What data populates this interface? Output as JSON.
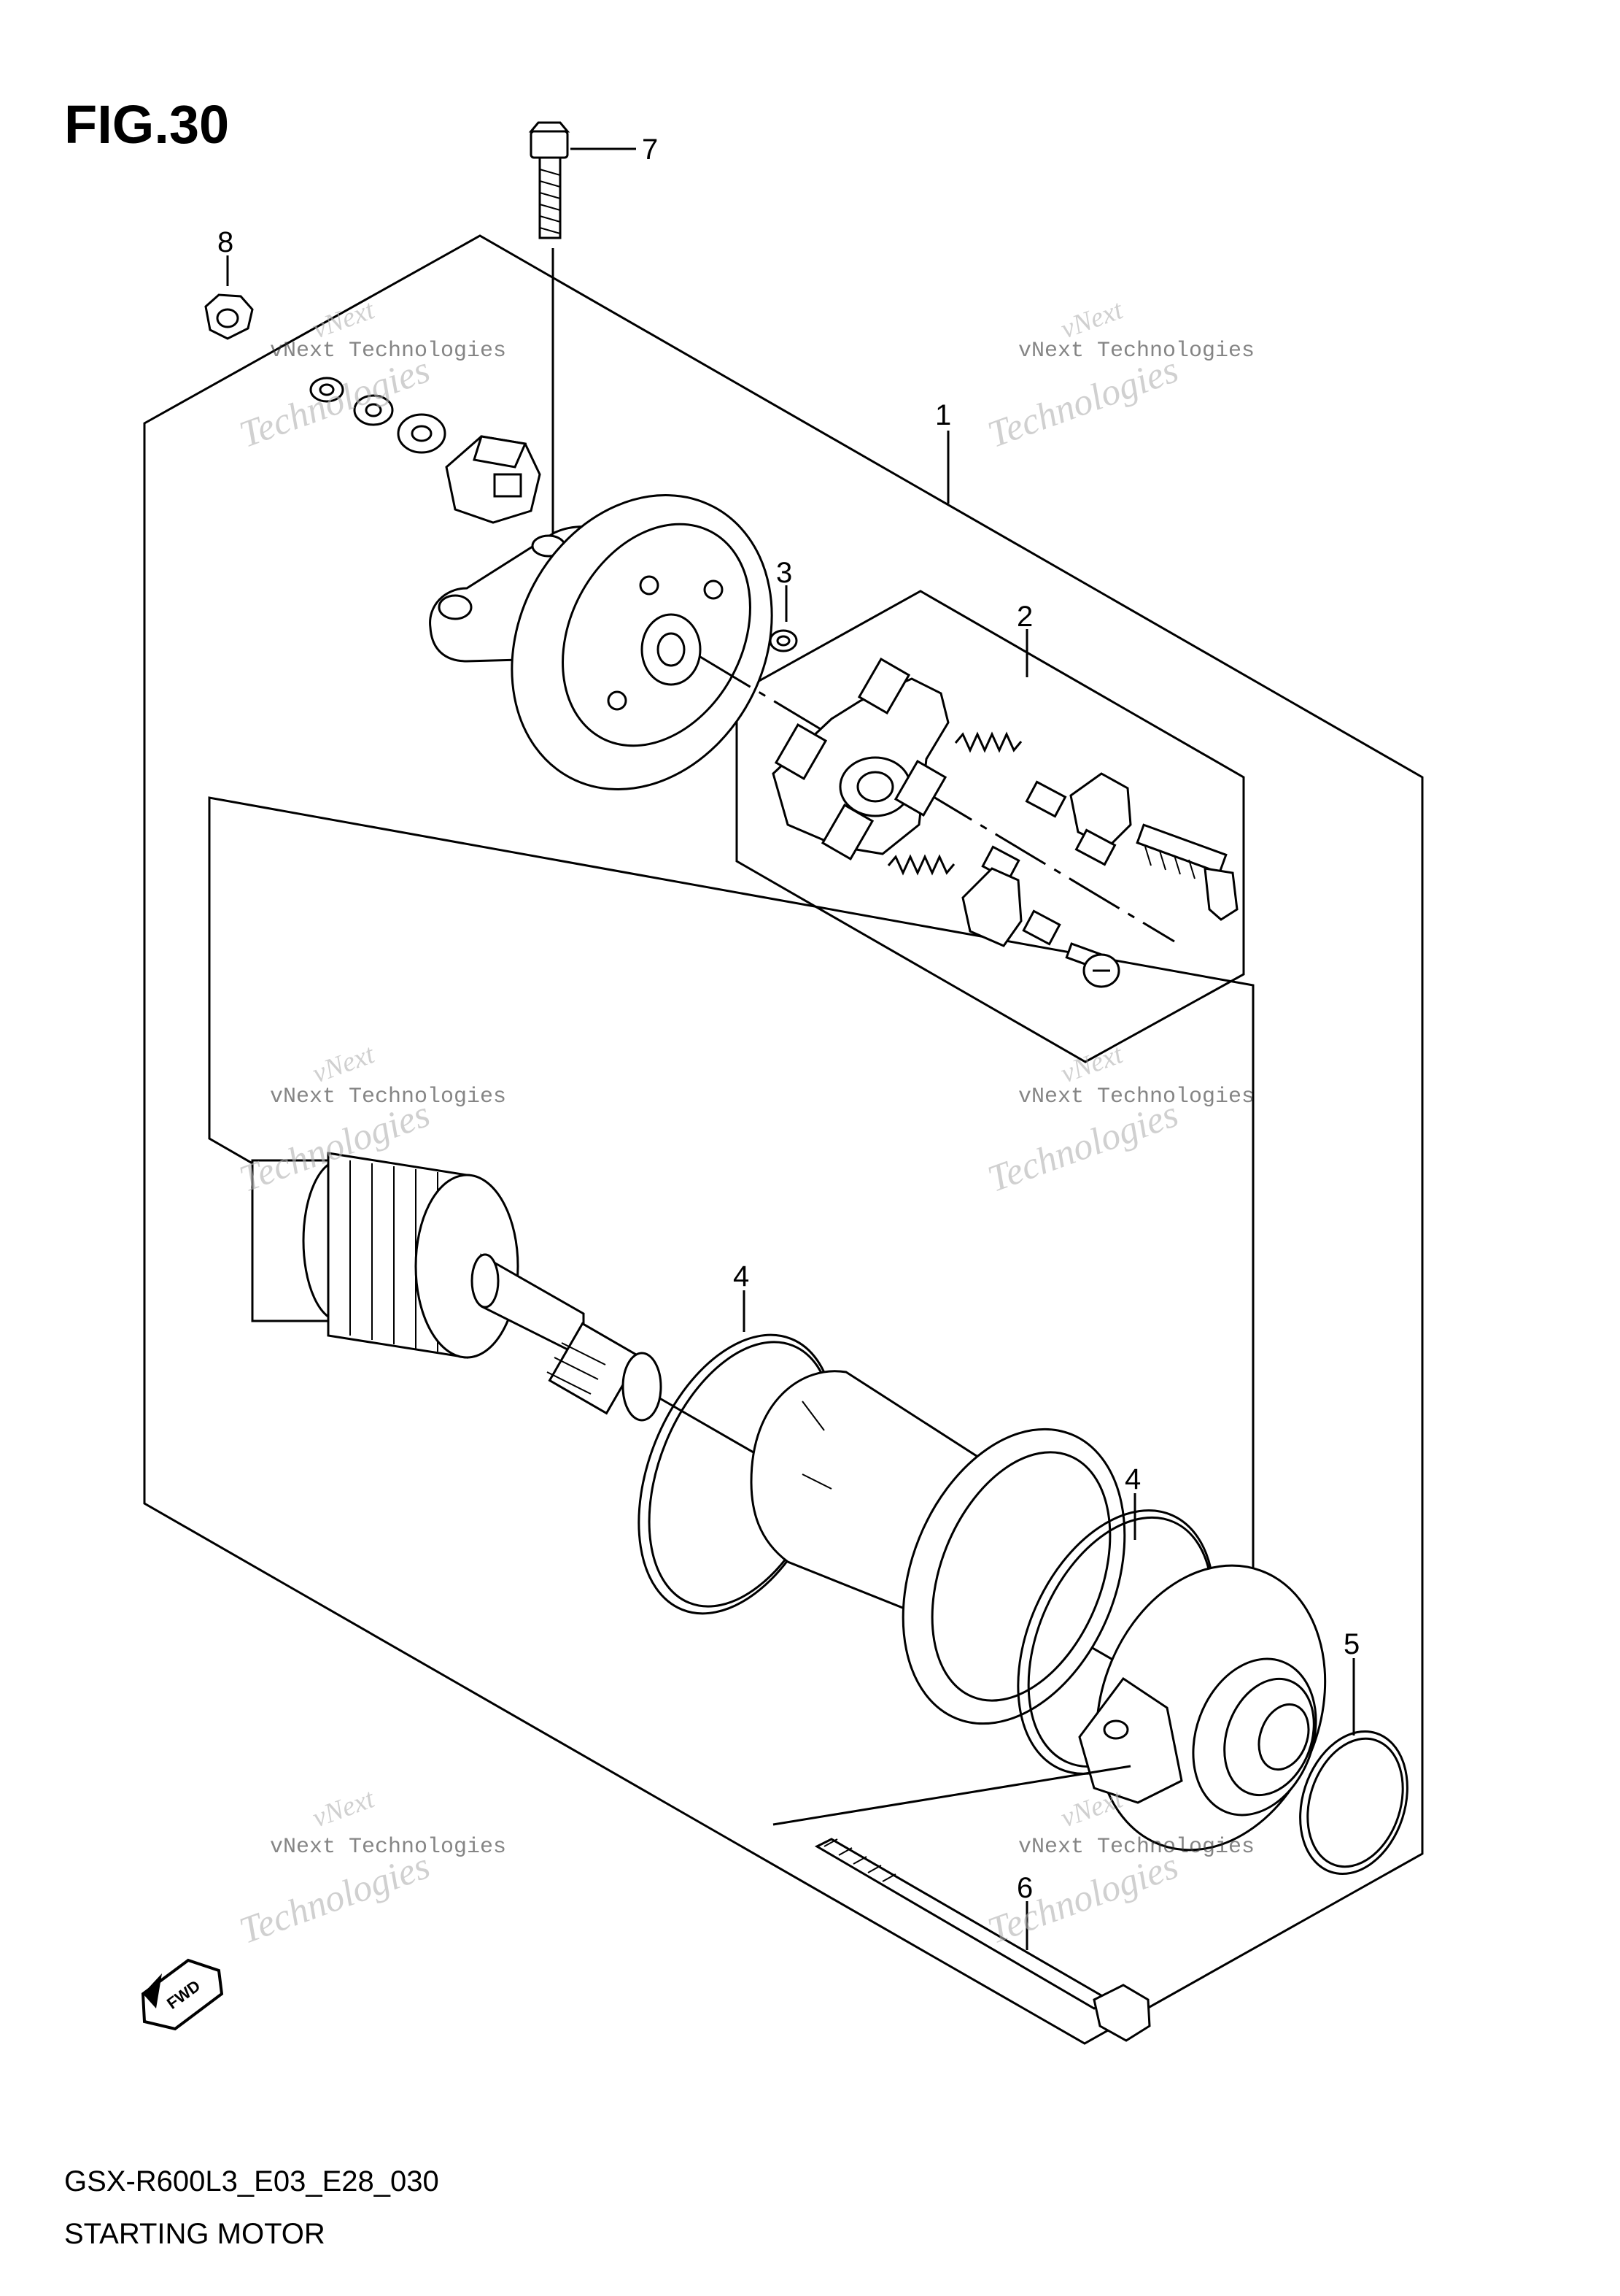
{
  "figure": {
    "label": "FIG.30"
  },
  "footer": {
    "code": "GSX-R600L3_E03_E28_030",
    "title": "STARTING MOTOR"
  },
  "fwd_badge": "FWD",
  "watermark": {
    "line1": "vNext",
    "line2": "vNext Technologies",
    "line3": "Technologies"
  },
  "callouts": [
    "1",
    "2",
    "3",
    "4",
    "4",
    "5",
    "6",
    "7",
    "8"
  ],
  "colors": {
    "line": "#000000",
    "watermark": "#b0b0b0",
    "background": "#ffffff"
  }
}
